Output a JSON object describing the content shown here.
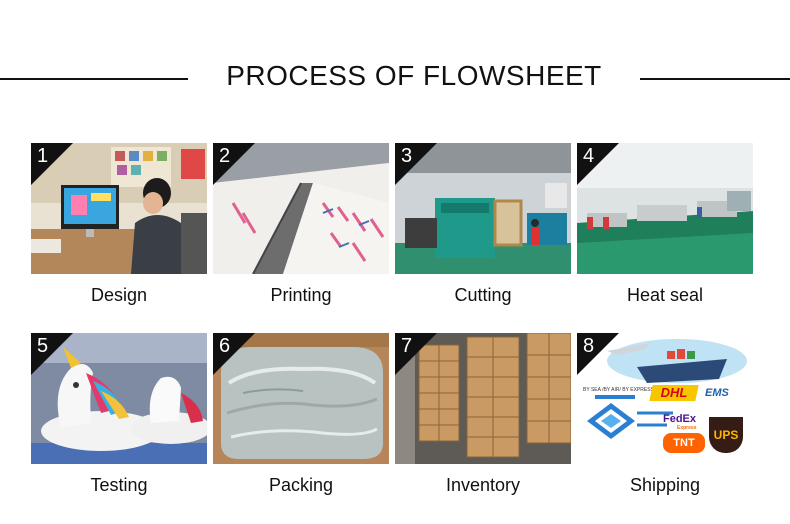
{
  "header": {
    "title": "PROCESS OF FLOWSHEET"
  },
  "steps": [
    {
      "number": "1",
      "label": "Design"
    },
    {
      "number": "2",
      "label": "Printing"
    },
    {
      "number": "3",
      "label": "Cutting"
    },
    {
      "number": "4",
      "label": "Heat seal"
    },
    {
      "number": "5",
      "label": "Testing"
    },
    {
      "number": "6",
      "label": "Packing"
    },
    {
      "number": "7",
      "label": "Inventory"
    },
    {
      "number": "8",
      "label": "Shipping"
    }
  ],
  "shipping_logos": {
    "dhl": "DHL",
    "ems": "EMS",
    "fedex": "FedEx",
    "express": "Express",
    "tnt": "TNT",
    "ups": "UPS",
    "tagline": "BY SEA /BY AIR/ BY EXPRESS"
  },
  "colors": {
    "badge": "#111111",
    "dhl_yellow": "#f7c600",
    "dhl_red": "#d40511",
    "fedex_purple": "#4d148c",
    "fedex_orange": "#ff6600",
    "tnt_orange": "#ff6200",
    "ups_brown": "#351c15",
    "ups_gold": "#ffb500"
  }
}
